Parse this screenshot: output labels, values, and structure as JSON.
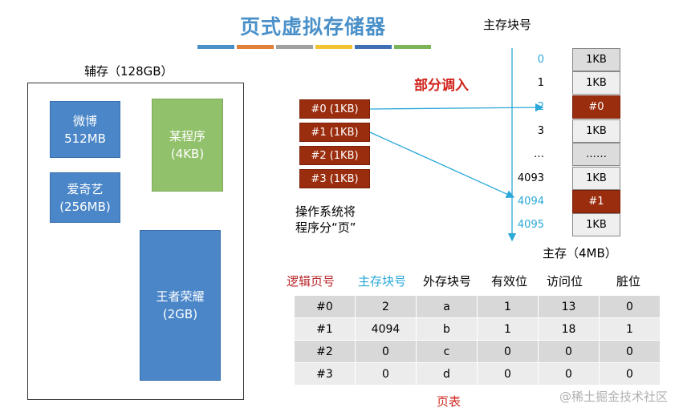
{
  "title": "页式虚拟存储器",
  "accent_bars": [
    "#4a90c8",
    "#e0813a",
    "#a0a0a0",
    "#f2c230",
    "#3f6fb4",
    "#7ab657"
  ],
  "aux_storage": {
    "label": "辅存（128GB）",
    "apps": [
      {
        "name": "微博",
        "size": "512MB"
      },
      {
        "name": "爱奇艺",
        "size": "(256MB)"
      },
      {
        "name": "某程序",
        "size": "(4KB)"
      },
      {
        "name": "王者荣耀",
        "size": "(2GB)"
      }
    ]
  },
  "partial_load_label": "部分调入",
  "program_pages": [
    "#0 (1KB)",
    "#1 (1KB)",
    "#2 (1KB)",
    "#3 (1KB)"
  ],
  "os_note": {
    "line1": "操作系统将",
    "line2": "程序分“页”"
  },
  "main_memory": {
    "column_title": "主存块号",
    "caption": "主存（4MB）",
    "rows": [
      {
        "index": "0",
        "content": "1KB"
      },
      {
        "index": "1",
        "content": "1KB"
      },
      {
        "index": "2",
        "content": "#0 (1KB)"
      },
      {
        "index": "3",
        "content": "1KB"
      },
      {
        "index": "…",
        "content": "……"
      },
      {
        "index": "4093",
        "content": "1KB"
      },
      {
        "index": "4094",
        "content": "#1 (1KB)"
      },
      {
        "index": "4095",
        "content": "1KB"
      }
    ]
  },
  "page_table": {
    "caption": "页表",
    "headers": [
      "逻辑页号",
      "主存块号",
      "外存块号",
      "有效位",
      "访问位",
      "脏位"
    ],
    "rows": [
      [
        "#0",
        "2",
        "a",
        "1",
        "13",
        "0"
      ],
      [
        "#1",
        "4094",
        "b",
        "1",
        "18",
        "1"
      ],
      [
        "#2",
        "0",
        "c",
        "0",
        "0",
        "0"
      ],
      [
        "#3",
        "0",
        "d",
        "0",
        "0",
        "0"
      ]
    ]
  },
  "watermark": "@稀土掘金技术社区"
}
